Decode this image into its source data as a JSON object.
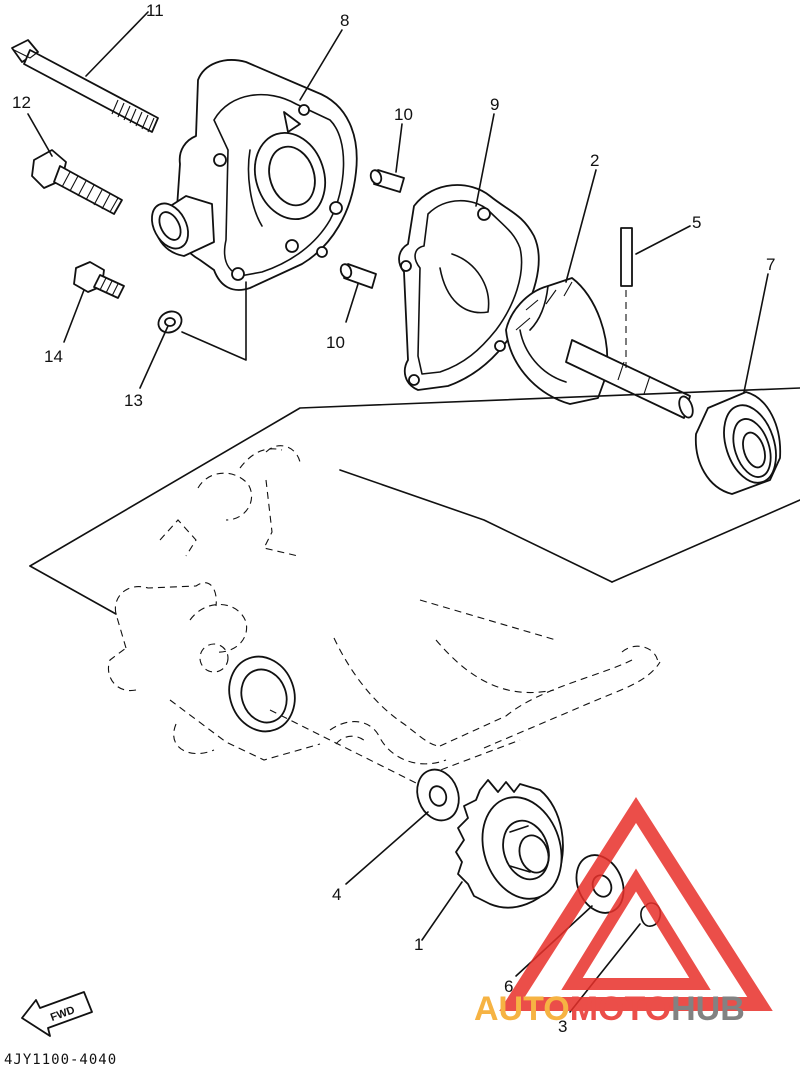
{
  "diagram": {
    "part_code": "4JY1100-4040",
    "fwd_label": "FWD",
    "callouts": {
      "p1": "1",
      "p2": "2",
      "p3": "3",
      "p4": "4",
      "p5": "5",
      "p6": "6",
      "p7": "7",
      "p8": "8",
      "p9": "9",
      "p10a": "10",
      "p10b": "10",
      "p11": "11",
      "p12": "12",
      "p13": "13",
      "p14": "14"
    }
  },
  "watermark": {
    "brand_part1": "AUTO",
    "brand_part2": "MOTO",
    "brand_part3": "HUB",
    "colors": {
      "red": "#e8302a",
      "orange": "#f5a623",
      "gray": "#6d6d6d"
    }
  }
}
